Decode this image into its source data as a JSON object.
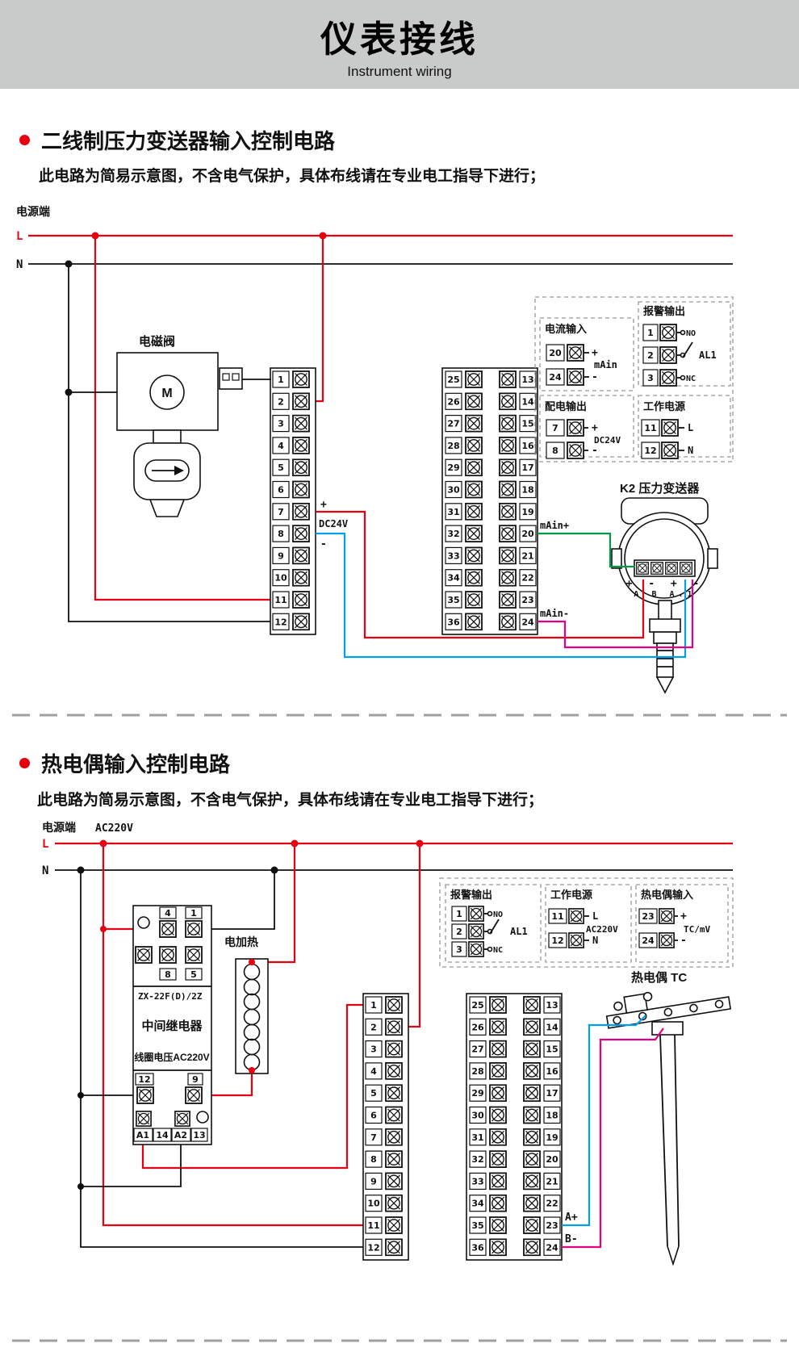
{
  "header": {
    "title": "仪表接线",
    "subtitle": "Instrument wiring"
  },
  "section1": {
    "title": "二线制压力变送器输入控制电路",
    "note": "此电路为简易示意图，不含电气保护，具体布线请在专业电工指导下进行；",
    "power": {
      "terminal_label": "电源端",
      "l": "L",
      "n": "N"
    },
    "solenoid": {
      "label": "电磁阀",
      "motor": "M"
    },
    "dc24v": {
      "plus": "+",
      "label": "DC24V",
      "minus": "-"
    },
    "strip_left": [
      "1",
      "2",
      "3",
      "4",
      "5",
      "6",
      "7",
      "8",
      "9",
      "10",
      "11",
      "12"
    ],
    "block": {
      "left": [
        "25",
        "26",
        "27",
        "28",
        "29",
        "30",
        "31",
        "32",
        "33",
        "34",
        "35",
        "36"
      ],
      "right": [
        "13",
        "14",
        "15",
        "16",
        "17",
        "18",
        "19",
        "20",
        "21",
        "22",
        "23",
        "24"
      ],
      "main_plus": "mAin+",
      "main_minus": "mAin-"
    },
    "panel": {
      "current_input": {
        "title": "电流输入",
        "t1": "20",
        "t2": "24",
        "plus": "+",
        "minus": "-",
        "label": "mAin"
      },
      "alarm": {
        "title": "报警输出",
        "t1": "1",
        "t2": "2",
        "t3": "3",
        "no": "NO",
        "nc": "NC",
        "label": "AL1"
      },
      "dist": {
        "title": "配电输出",
        "t1": "7",
        "t2": "8",
        "plus": "+",
        "minus": "-",
        "label": "DC24V"
      },
      "work": {
        "title": "工作电源",
        "t1": "11",
        "t2": "12",
        "l": "L",
        "n": "N"
      }
    },
    "transmitter": {
      "label": "K2 压力变送器",
      "signs": "+ - + -",
      "terms": "A B A.1"
    }
  },
  "section2": {
    "title": "热电偶输入控制电路",
    "note": "此电路为简易示意图，不含电气保护，具体布线请在专业电工指导下进行；",
    "power": {
      "terminal_label": "电源端",
      "voltage": "AC220V",
      "l": "L",
      "n": "N"
    },
    "relay": {
      "model": "ZX-22F(D)/2Z",
      "name": "中间继电器",
      "coil": "线圈电压AC220V",
      "t4": "4",
      "t1": "1",
      "t8": "8",
      "t5": "5",
      "t12": "12",
      "t9": "9",
      "a1": "A1",
      "t14": "14",
      "a2": "A2",
      "t13": "13"
    },
    "heater": {
      "label": "电加热"
    },
    "strip_left": [
      "1",
      "2",
      "3",
      "4",
      "5",
      "6",
      "7",
      "8",
      "9",
      "10",
      "11",
      "12"
    ],
    "block": {
      "left": [
        "25",
        "26",
        "27",
        "28",
        "29",
        "30",
        "31",
        "32",
        "33",
        "34",
        "35",
        "36"
      ],
      "right": [
        "13",
        "14",
        "15",
        "16",
        "17",
        "18",
        "19",
        "20",
        "21",
        "22",
        "23",
        "24"
      ],
      "a_plus": "A+",
      "b_minus": "B-"
    },
    "panel": {
      "alarm": {
        "title": "报警输出",
        "t1": "1",
        "t2": "2",
        "t3": "3",
        "no": "NO",
        "nc": "NC",
        "label": "AL1"
      },
      "work": {
        "title": "工作电源",
        "t1": "11",
        "t2": "12",
        "l": "L",
        "n": "N",
        "label": "AC220V"
      },
      "tc": {
        "title": "热电偶输入",
        "t1": "23",
        "t2": "24",
        "plus": "+",
        "minus": "-",
        "label": "TC/mV"
      }
    },
    "tc_label": "热电偶 TC"
  }
}
